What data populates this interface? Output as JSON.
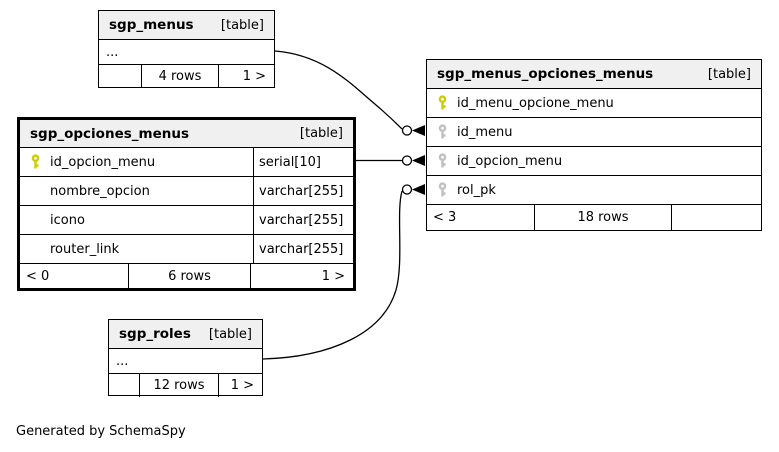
{
  "page": {
    "footer_note": "Generated by SchemaSpy"
  },
  "colors": {
    "header_bg": "#f0f0f0",
    "border": "#000000",
    "key_primary": "#cccc00",
    "key_foreign": "#c0c0c0"
  },
  "tables": [
    {
      "name": "sgp_menus",
      "tag": "[table]",
      "ellipsis": "...",
      "footer": {
        "left": "",
        "center": "4 rows",
        "right": "1 >"
      }
    },
    {
      "name": "sgp_menus_opciones_menus",
      "tag": "[table]",
      "columns": [
        {
          "name": "id_menu_opcione_menu",
          "key": "primary"
        },
        {
          "name": "id_menu",
          "key": "foreign"
        },
        {
          "name": "id_opcion_menu",
          "key": "foreign"
        },
        {
          "name": "rol_pk",
          "key": "foreign"
        }
      ],
      "footer": {
        "left": "< 3",
        "center": "18 rows",
        "right": ""
      }
    },
    {
      "name": "sgp_opciones_menus",
      "tag": "[table]",
      "columns": [
        {
          "name": "id_opcion_menu",
          "type": "serial[10]",
          "key": "primary"
        },
        {
          "name": "nombre_opcion",
          "type": "varchar[255]",
          "key": "none"
        },
        {
          "name": "icono",
          "type": "varchar[255]",
          "key": "none"
        },
        {
          "name": "router_link",
          "type": "varchar[255]",
          "key": "none"
        }
      ],
      "footer": {
        "left": "< 0",
        "center": "6 rows",
        "right": "1 >"
      }
    },
    {
      "name": "sgp_roles",
      "tag": "[table]",
      "ellipsis": "...",
      "footer": {
        "left": "",
        "center": "12 rows",
        "right": "1 >"
      }
    }
  ]
}
